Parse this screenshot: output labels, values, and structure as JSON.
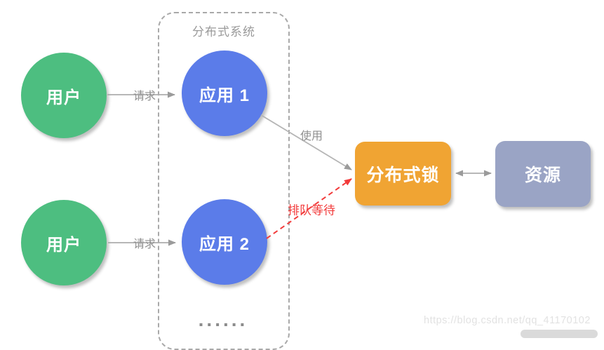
{
  "group": {
    "label": "分布式系统"
  },
  "nodes": {
    "user1": {
      "label": "用户"
    },
    "user2": {
      "label": "用户"
    },
    "app1": {
      "label": "应用 1"
    },
    "app2": {
      "label": "应用 2"
    },
    "lock": {
      "label": "分布式锁"
    },
    "resource": {
      "label": "资源"
    }
  },
  "edges": {
    "request1": {
      "label": "请求"
    },
    "request2": {
      "label": "请求"
    },
    "use": {
      "label": "使用"
    },
    "queue": {
      "label": "排队等待"
    }
  },
  "ellipsis": "......",
  "watermark": "https://blog.csdn.net/qq_41170102",
  "colors": {
    "user_node": "#4DBE80",
    "app_node": "#5B7CE9",
    "lock_node": "#F0A433",
    "resource_node": "#9AA4C5",
    "edge_gray": "#ADADAD",
    "label_gray": "#8F8F8F",
    "queue_red": "#F23B3B",
    "group_border": "#A9A9A9"
  }
}
